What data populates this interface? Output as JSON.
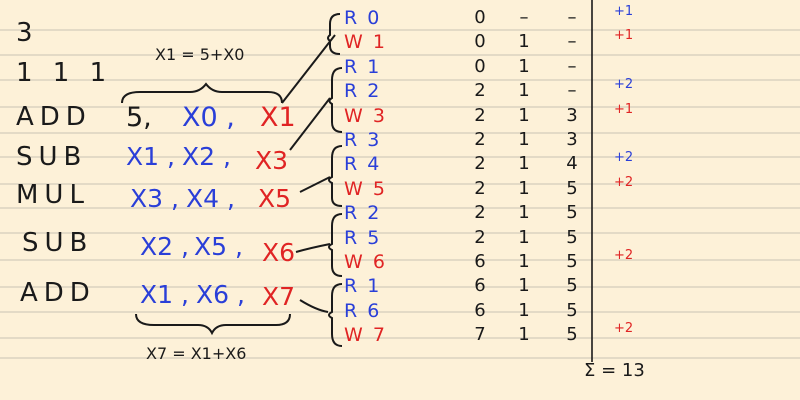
{
  "header": {
    "num_regs": "3",
    "ports": "1 1 1"
  },
  "instructions": [
    {
      "op": "ADD",
      "src1": "5,",
      "src2": "X0 ,",
      "dst": "X1"
    },
    {
      "op": "SUB",
      "src1": "X1 ,",
      "src2": "X2 ,",
      "dst": "X3"
    },
    {
      "op": "MUL",
      "src1": "X3 ,",
      "src2": "X4 ,",
      "dst": "X5"
    },
    {
      "op": "SUB",
      "src1": "X2 ,",
      "src2": "X5 ,",
      "dst": "X6"
    },
    {
      "op": "ADD",
      "src1": "X1 ,",
      "src2": "X6 ,",
      "dst": "X7"
    }
  ],
  "formulas": {
    "top": "X1 = 5+X0",
    "bottom": "X7 = X1+X6"
  },
  "accesses": [
    {
      "label": "R 0",
      "color": "#2a3fd8",
      "c1": "0",
      "c2": "–",
      "c3": "–",
      "cost": "+1",
      "cost_color": "#2a3fd8"
    },
    {
      "label": "W 1",
      "color": "#e02424",
      "c1": "0",
      "c2": "1",
      "c3": "–",
      "cost": "+1",
      "cost_color": "#e02424"
    },
    {
      "label": "R 1",
      "color": "#2a3fd8",
      "c1": "0",
      "c2": "1",
      "c3": "–",
      "cost": "",
      "cost_color": "#2a3fd8"
    },
    {
      "label": "R 2",
      "color": "#2a3fd8",
      "c1": "2",
      "c2": "1",
      "c3": "–",
      "cost": "+2",
      "cost_color": "#2a3fd8"
    },
    {
      "label": "W 3",
      "color": "#e02424",
      "c1": "2",
      "c2": "1",
      "c3": "3",
      "cost": "+1",
      "cost_color": "#e02424"
    },
    {
      "label": "R 3",
      "color": "#2a3fd8",
      "c1": "2",
      "c2": "1",
      "c3": "3",
      "cost": "",
      "cost_color": "#2a3fd8"
    },
    {
      "label": "R 4",
      "color": "#2a3fd8",
      "c1": "2",
      "c2": "1",
      "c3": "4",
      "cost": "+2",
      "cost_color": "#2a3fd8"
    },
    {
      "label": "W 5",
      "color": "#e02424",
      "c1": "2",
      "c2": "1",
      "c3": "5",
      "cost": "+2",
      "cost_color": "#e02424"
    },
    {
      "label": "R 2",
      "color": "#2a3fd8",
      "c1": "2",
      "c2": "1",
      "c3": "5",
      "cost": "",
      "cost_color": "#2a3fd8"
    },
    {
      "label": "R 5",
      "color": "#2a3fd8",
      "c1": "2",
      "c2": "1",
      "c3": "5",
      "cost": "",
      "cost_color": "#2a3fd8"
    },
    {
      "label": "W 6",
      "color": "#e02424",
      "c1": "6",
      "c2": "1",
      "c3": "5",
      "cost": "+2",
      "cost_color": "#e02424"
    },
    {
      "label": "R 1",
      "color": "#2a3fd8",
      "c1": "6",
      "c2": "1",
      "c3": "5",
      "cost": "",
      "cost_color": "#2a3fd8"
    },
    {
      "label": "R 6",
      "color": "#2a3fd8",
      "c1": "6",
      "c2": "1",
      "c3": "5",
      "cost": "",
      "cost_color": "#2a3fd8"
    },
    {
      "label": "W 7",
      "color": "#e02424",
      "c1": "7",
      "c2": "1",
      "c3": "5",
      "cost": "+2",
      "cost_color": "#e02424"
    }
  ],
  "total": "Σ = 13",
  "colors": {
    "paper": "#fdf1d8",
    "line": "#c9c3b5",
    "ink": "#1a1a1a",
    "blue": "#2a3fd8",
    "red": "#e02424"
  }
}
